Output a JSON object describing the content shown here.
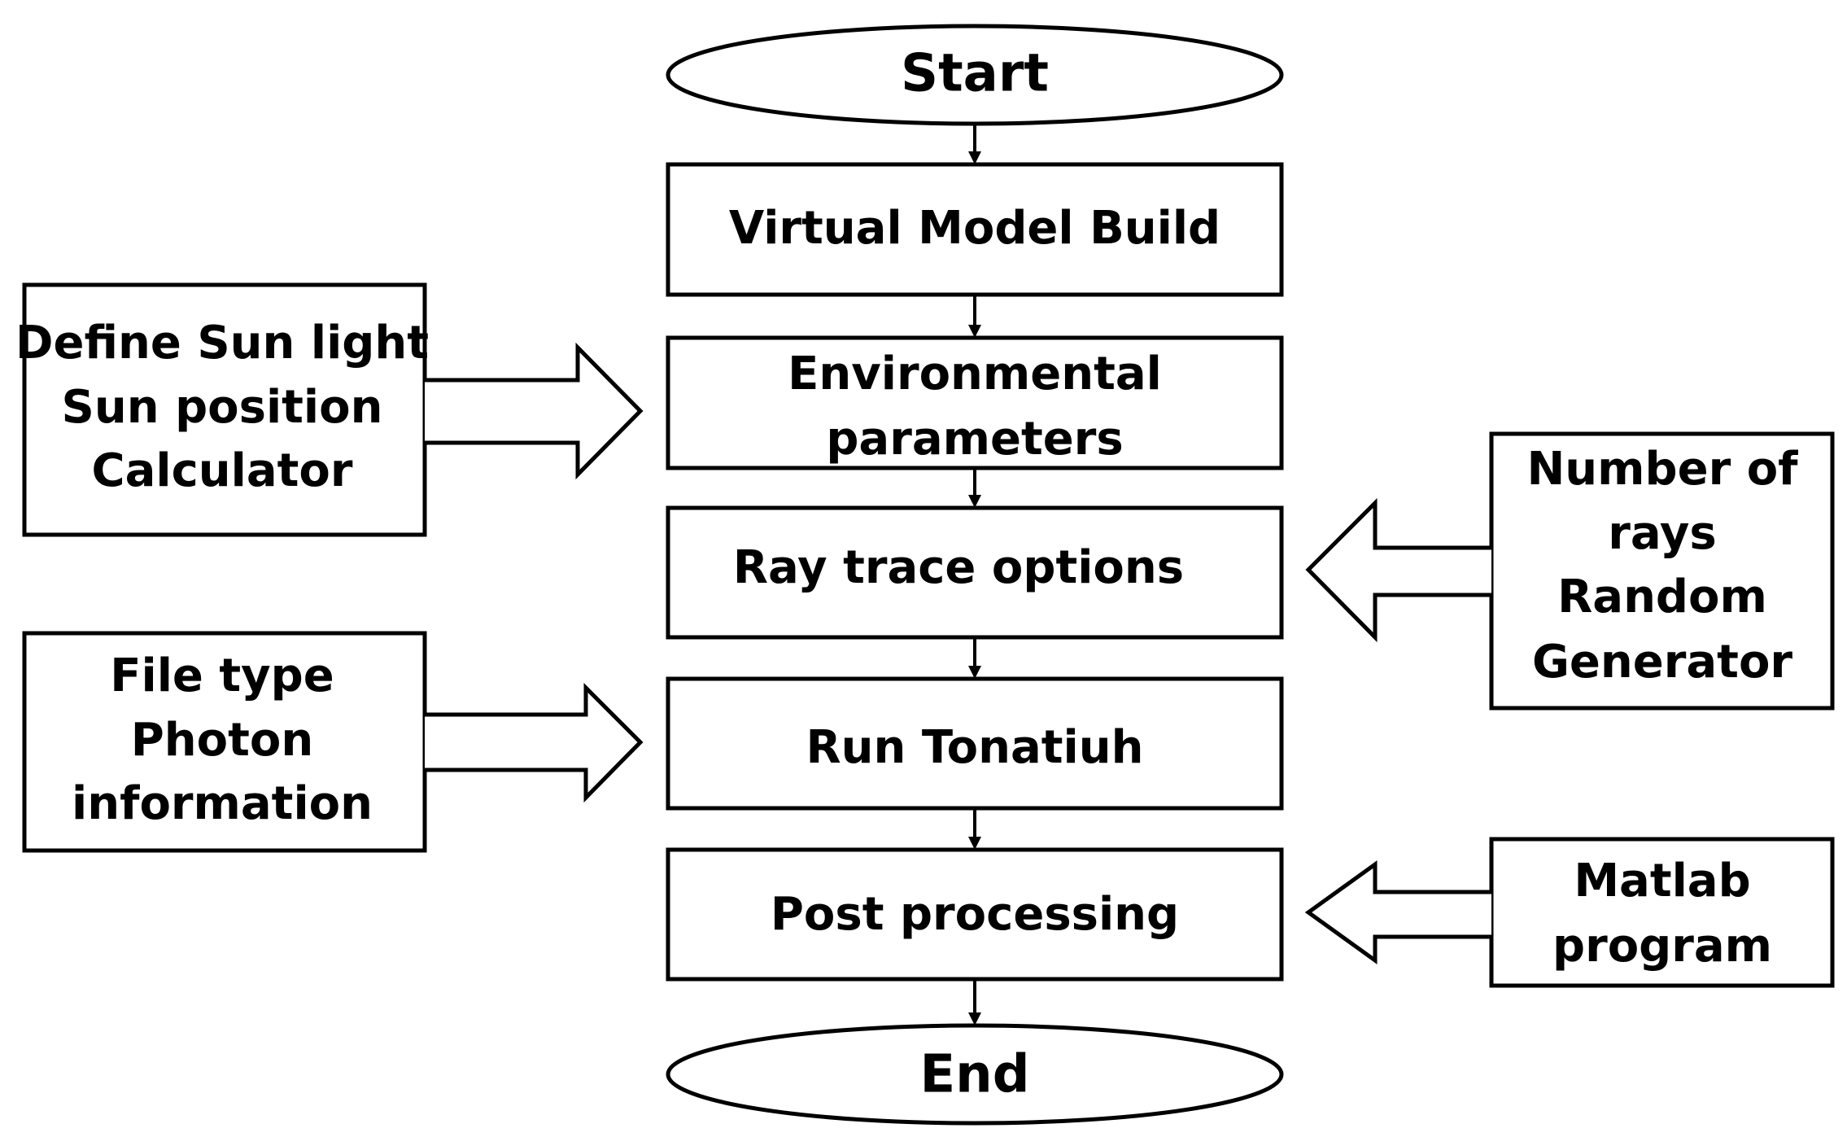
{
  "flow": {
    "start": "Start",
    "steps": [
      {
        "lines": [
          "Virtual Model Build"
        ]
      },
      {
        "lines": [
          "Environmental",
          "parameters"
        ]
      },
      {
        "lines": [
          "Ray trace options"
        ]
      },
      {
        "lines": [
          "Run Tonatiuh"
        ]
      },
      {
        "lines": [
          "Post processing"
        ]
      }
    ],
    "end": "End"
  },
  "inputs": [
    {
      "side": "left",
      "target_step": 1,
      "lines": [
        "Define Sun light",
        "Sun position",
        "Calculator"
      ]
    },
    {
      "side": "right",
      "target_step": 2,
      "lines": [
        "Number of",
        "rays",
        "Random",
        "Generator"
      ]
    },
    {
      "side": "left",
      "target_step": 3,
      "lines": [
        "File type",
        "Photon",
        "information"
      ]
    },
    {
      "side": "right",
      "target_step": 4,
      "lines": [
        "Matlab",
        "program"
      ]
    }
  ]
}
